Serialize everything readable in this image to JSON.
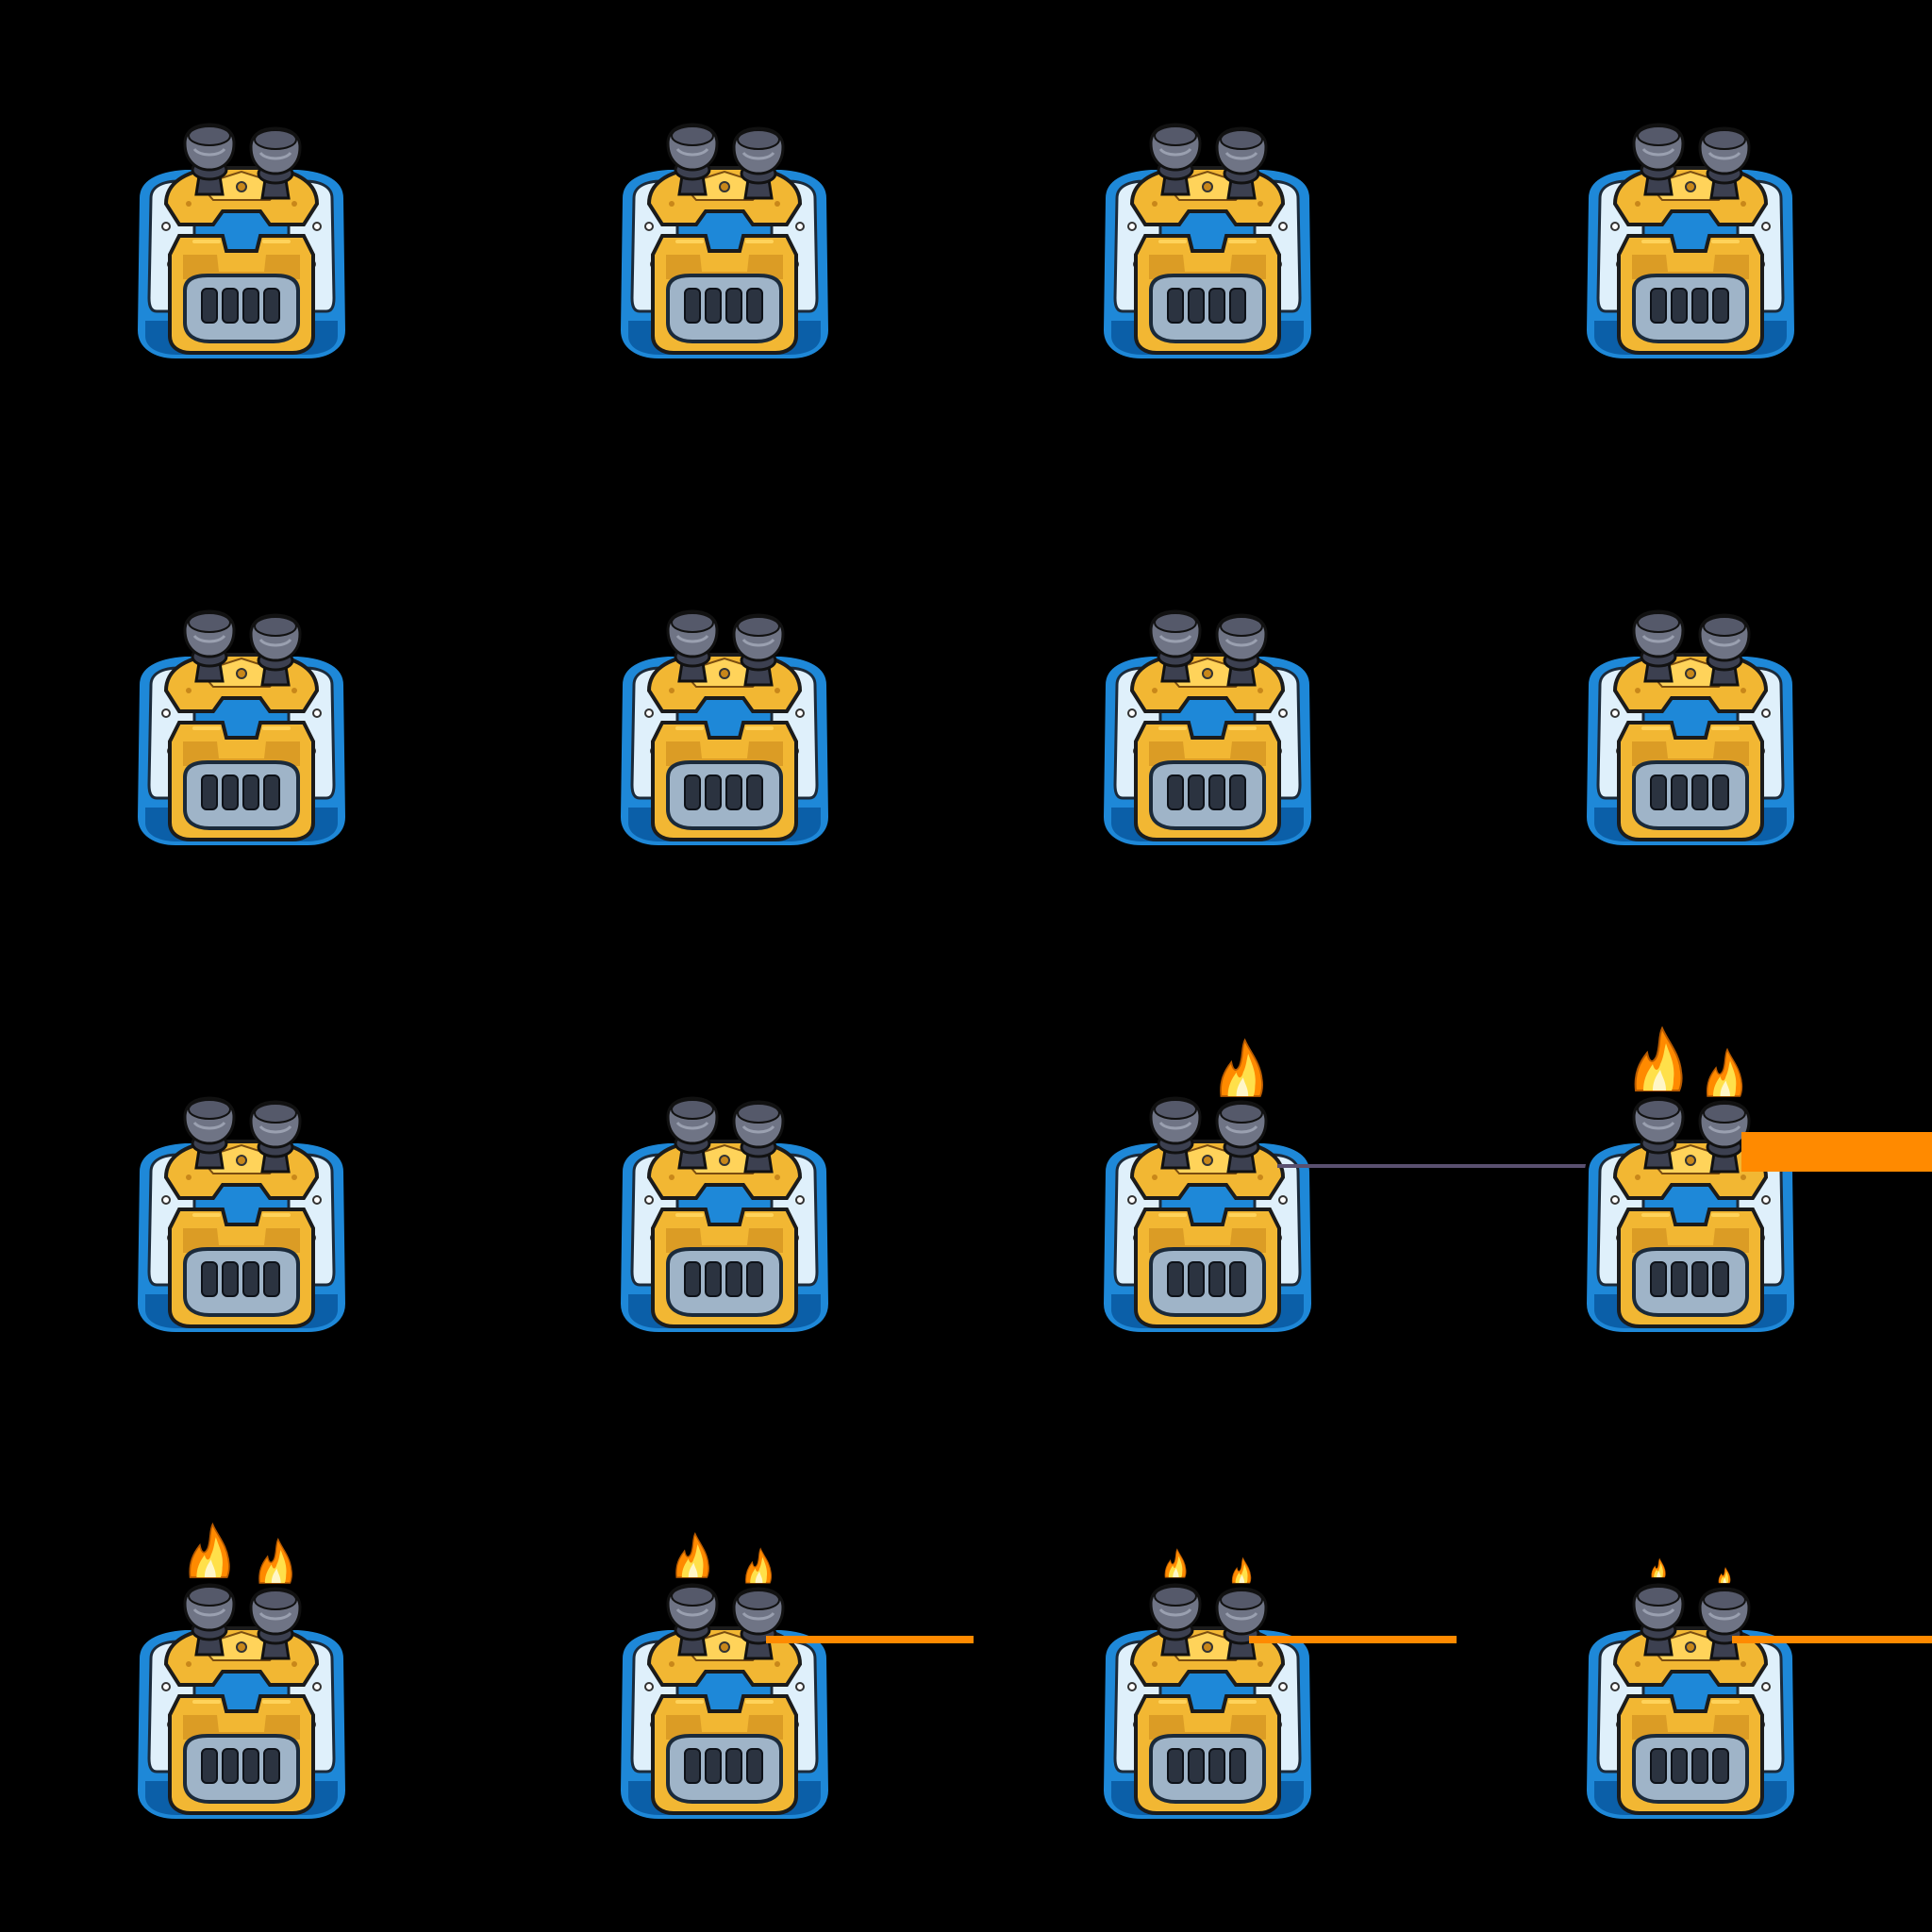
{
  "sprite_sheet": {
    "background": "#000000",
    "rows": 4,
    "columns": 4,
    "palette": {
      "body_blue": "#1e88d8",
      "body_blue_dark": "#0b5fa8",
      "panel_white": "#dff0fb",
      "armor_yellow": "#f2b733",
      "armor_yellow_light": "#ffd35a",
      "armor_shadow": "#c8871a",
      "grille_frame": "#9fb4c8",
      "grille_slot": "#2b3340",
      "nozzle_gray": "#6f7485",
      "nozzle_dark": "#3c4050",
      "flame_orange": "#ff8a00",
      "flame_yellow": "#ffe04a",
      "flame_white": "#fff6c8",
      "trail_violet": "#5a5070"
    },
    "frames": [
      {
        "id": 1,
        "flame_left": 0,
        "flame_right": 0,
        "trail": "none"
      },
      {
        "id": 2,
        "flame_left": 0,
        "flame_right": 0,
        "trail": "none"
      },
      {
        "id": 3,
        "flame_left": 0,
        "flame_right": 0,
        "trail": "none"
      },
      {
        "id": 4,
        "flame_left": 0,
        "flame_right": 0,
        "trail": "none"
      },
      {
        "id": 5,
        "flame_left": 0,
        "flame_right": 0,
        "trail": "none"
      },
      {
        "id": 6,
        "flame_left": 0,
        "flame_right": 0,
        "trail": "none"
      },
      {
        "id": 7,
        "flame_left": 0,
        "flame_right": 0,
        "trail": "none"
      },
      {
        "id": 8,
        "flame_left": 0,
        "flame_right": 0,
        "trail": "none"
      },
      {
        "id": 9,
        "flame_left": 0,
        "flame_right": 0,
        "trail": "none"
      },
      {
        "id": 10,
        "flame_left": 0,
        "flame_right": 0,
        "trail": "none"
      },
      {
        "id": 11,
        "flame_left": 0,
        "flame_right": 0.9,
        "trail": "thin-violet"
      },
      {
        "id": 12,
        "flame_left": 1.0,
        "flame_right": 0.75,
        "trail": "thick-orange"
      },
      {
        "id": 13,
        "flame_left": 0.85,
        "flame_right": 0.7,
        "trail": "none"
      },
      {
        "id": 14,
        "flame_left": 0.7,
        "flame_right": 0.55,
        "trail": "thin-orange"
      },
      {
        "id": 15,
        "flame_left": 0.45,
        "flame_right": 0.4,
        "trail": "thin-orange"
      },
      {
        "id": 16,
        "flame_left": 0.3,
        "flame_right": 0.25,
        "trail": "thin-orange"
      }
    ]
  }
}
